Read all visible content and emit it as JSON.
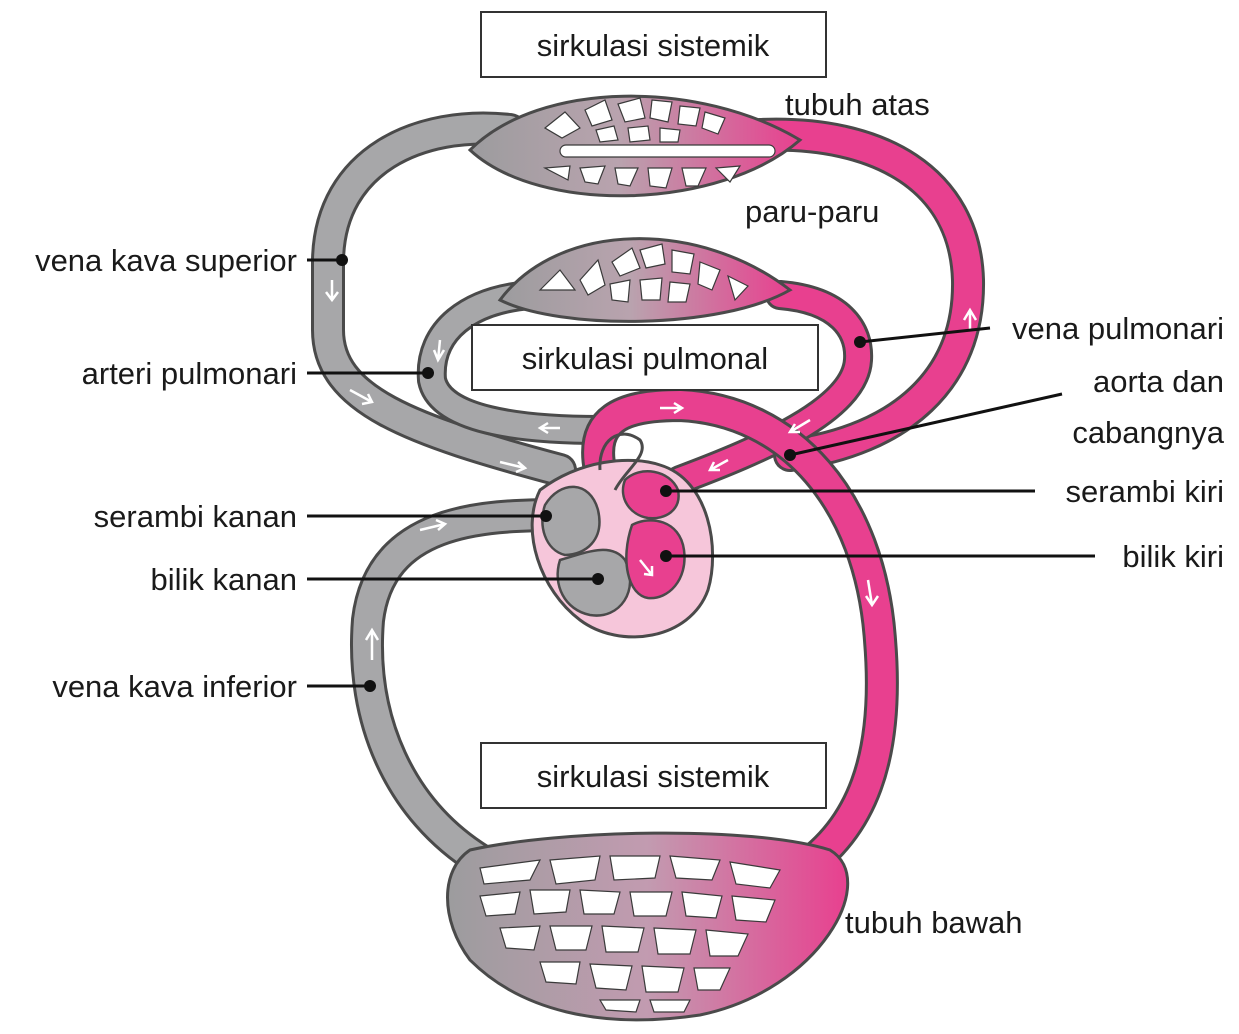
{
  "colors": {
    "deoxygenated": "#a7a7a9",
    "oxygenated": "#e8408f",
    "heart_outer": "#f6c6da",
    "outline": "#4a4a4a"
  },
  "boxes": {
    "systemic_top": "sirkulasi sistemik",
    "pulmonary": "sirkulasi pulmonal",
    "systemic_bottom": "sirkulasi sistemik"
  },
  "regions": {
    "upper_body": "tubuh atas",
    "lungs": "paru-paru",
    "lower_body": "tubuh bawah"
  },
  "labels_left": {
    "superior_vena_cava": "vena kava superior",
    "pulmonary_artery": "arteri pulmonari",
    "right_atrium": "serambi kanan",
    "right_ventricle": "bilik kanan",
    "inferior_vena_cava": "vena kava inferior"
  },
  "labels_right": {
    "pulmonary_vein": "vena pulmonari",
    "aorta_line1": "aorta dan",
    "aorta_line2": "cabangnya",
    "left_atrium": "serambi kiri",
    "left_ventricle": "bilik kiri"
  }
}
